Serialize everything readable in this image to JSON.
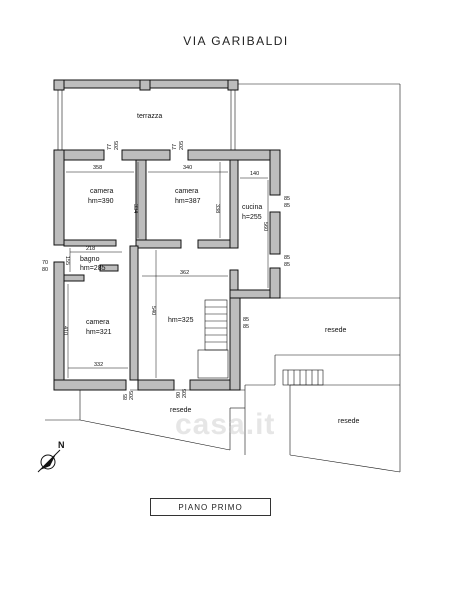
{
  "street": "VIA GARIBALDI",
  "floor_title": "PIANO PRIMO",
  "north": "N",
  "watermark": "casa.it",
  "rooms": {
    "terrazza": "terrazza",
    "camera1": "camera",
    "camera1_h": "hm=390",
    "camera2": "camera",
    "camera2_h": "hm=387",
    "cucina": "cucina",
    "cucina_h": "h=255",
    "bagno": "bagno",
    "bagno_h": "hm=285",
    "camera3": "camera",
    "camera3_h": "hm=321",
    "hall_h": "hm=325",
    "resede1": "resede",
    "resede2": "resede",
    "resede3": "resede"
  },
  "dims": {
    "d358": "358",
    "d340": "340",
    "d140": "140",
    "d334": "334",
    "d338": "338",
    "d560": "560",
    "d218": "218",
    "d362": "362",
    "d155": "155",
    "d410": "410",
    "d540": "540",
    "d332": "332",
    "w1a": "77",
    "w1b": "205",
    "w2a": "77",
    "w2b": "205",
    "w3a": "85",
    "w3b": "85",
    "w4a": "85",
    "w4b": "85",
    "w5a": "85",
    "w5b": "85",
    "w6a": "70",
    "w6b": "80",
    "w7a": "85",
    "w7b": "205",
    "w8a": "90",
    "w8b": "205"
  }
}
